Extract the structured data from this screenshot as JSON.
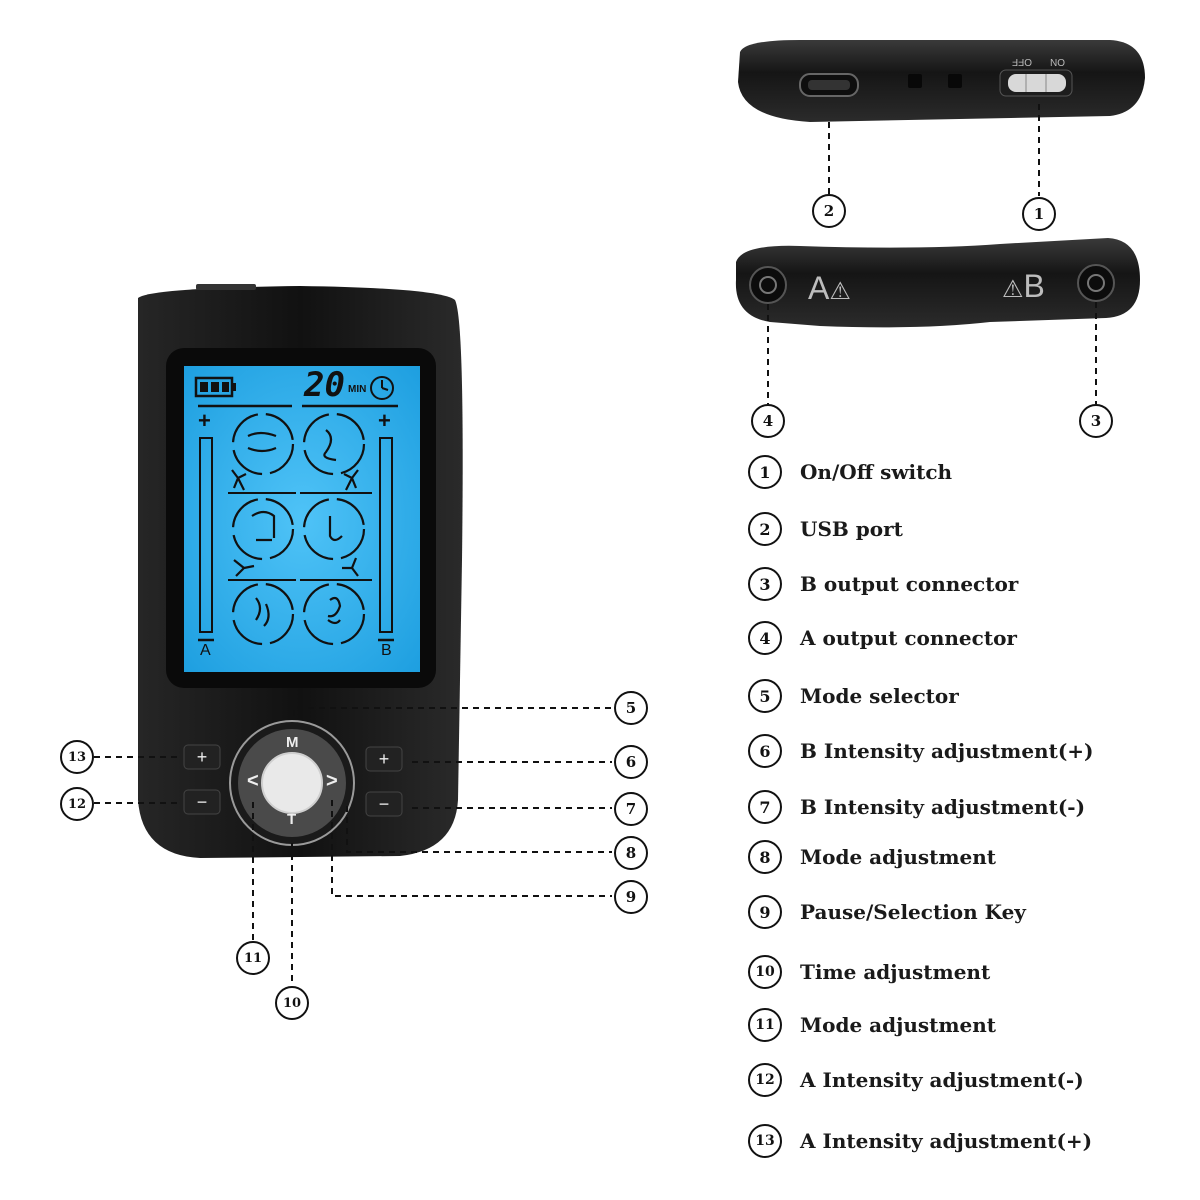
{
  "device": {
    "timer_value": "20",
    "timer_unit": "MIN",
    "channel_a_label": "A",
    "channel_b_label": "B",
    "plus_symbol": "+",
    "minus_symbol": "−",
    "mode_key_label": "M",
    "time_key_label": "T",
    "left_key_symbol": "<",
    "right_key_symbol": ">",
    "screen_color": "#27a9e8",
    "body_color": "#141414"
  },
  "top_edge": {
    "off_label": "OFF",
    "on_label": "ON"
  },
  "bottom_edge": {
    "a_label": "A",
    "b_label": "B",
    "warning_symbol": "⚠"
  },
  "callouts": [
    "1",
    "2",
    "3",
    "4",
    "5",
    "6",
    "7",
    "8",
    "9",
    "10",
    "11",
    "12",
    "13"
  ],
  "legend": [
    {
      "num": "1",
      "label": "On/Off switch"
    },
    {
      "num": "2",
      "label": "USB port"
    },
    {
      "num": "3",
      "label": "B output connector"
    },
    {
      "num": "4",
      "label": "A output connector"
    },
    {
      "num": "5",
      "label": "Mode selector"
    },
    {
      "num": "6",
      "label": "B Intensity adjustment(+)"
    },
    {
      "num": "7",
      "label": "B Intensity adjustment(-)"
    },
    {
      "num": "8",
      "label": "Mode adjustment"
    },
    {
      "num": "9",
      "label": "Pause/Selection Key"
    },
    {
      "num": "10",
      "label": "Time adjustment"
    },
    {
      "num": "11",
      "label": "Mode adjustment"
    },
    {
      "num": "12",
      "label": "A Intensity adjustment(-)"
    },
    {
      "num": "13",
      "label": "A Intensity adjustment(+)"
    }
  ]
}
